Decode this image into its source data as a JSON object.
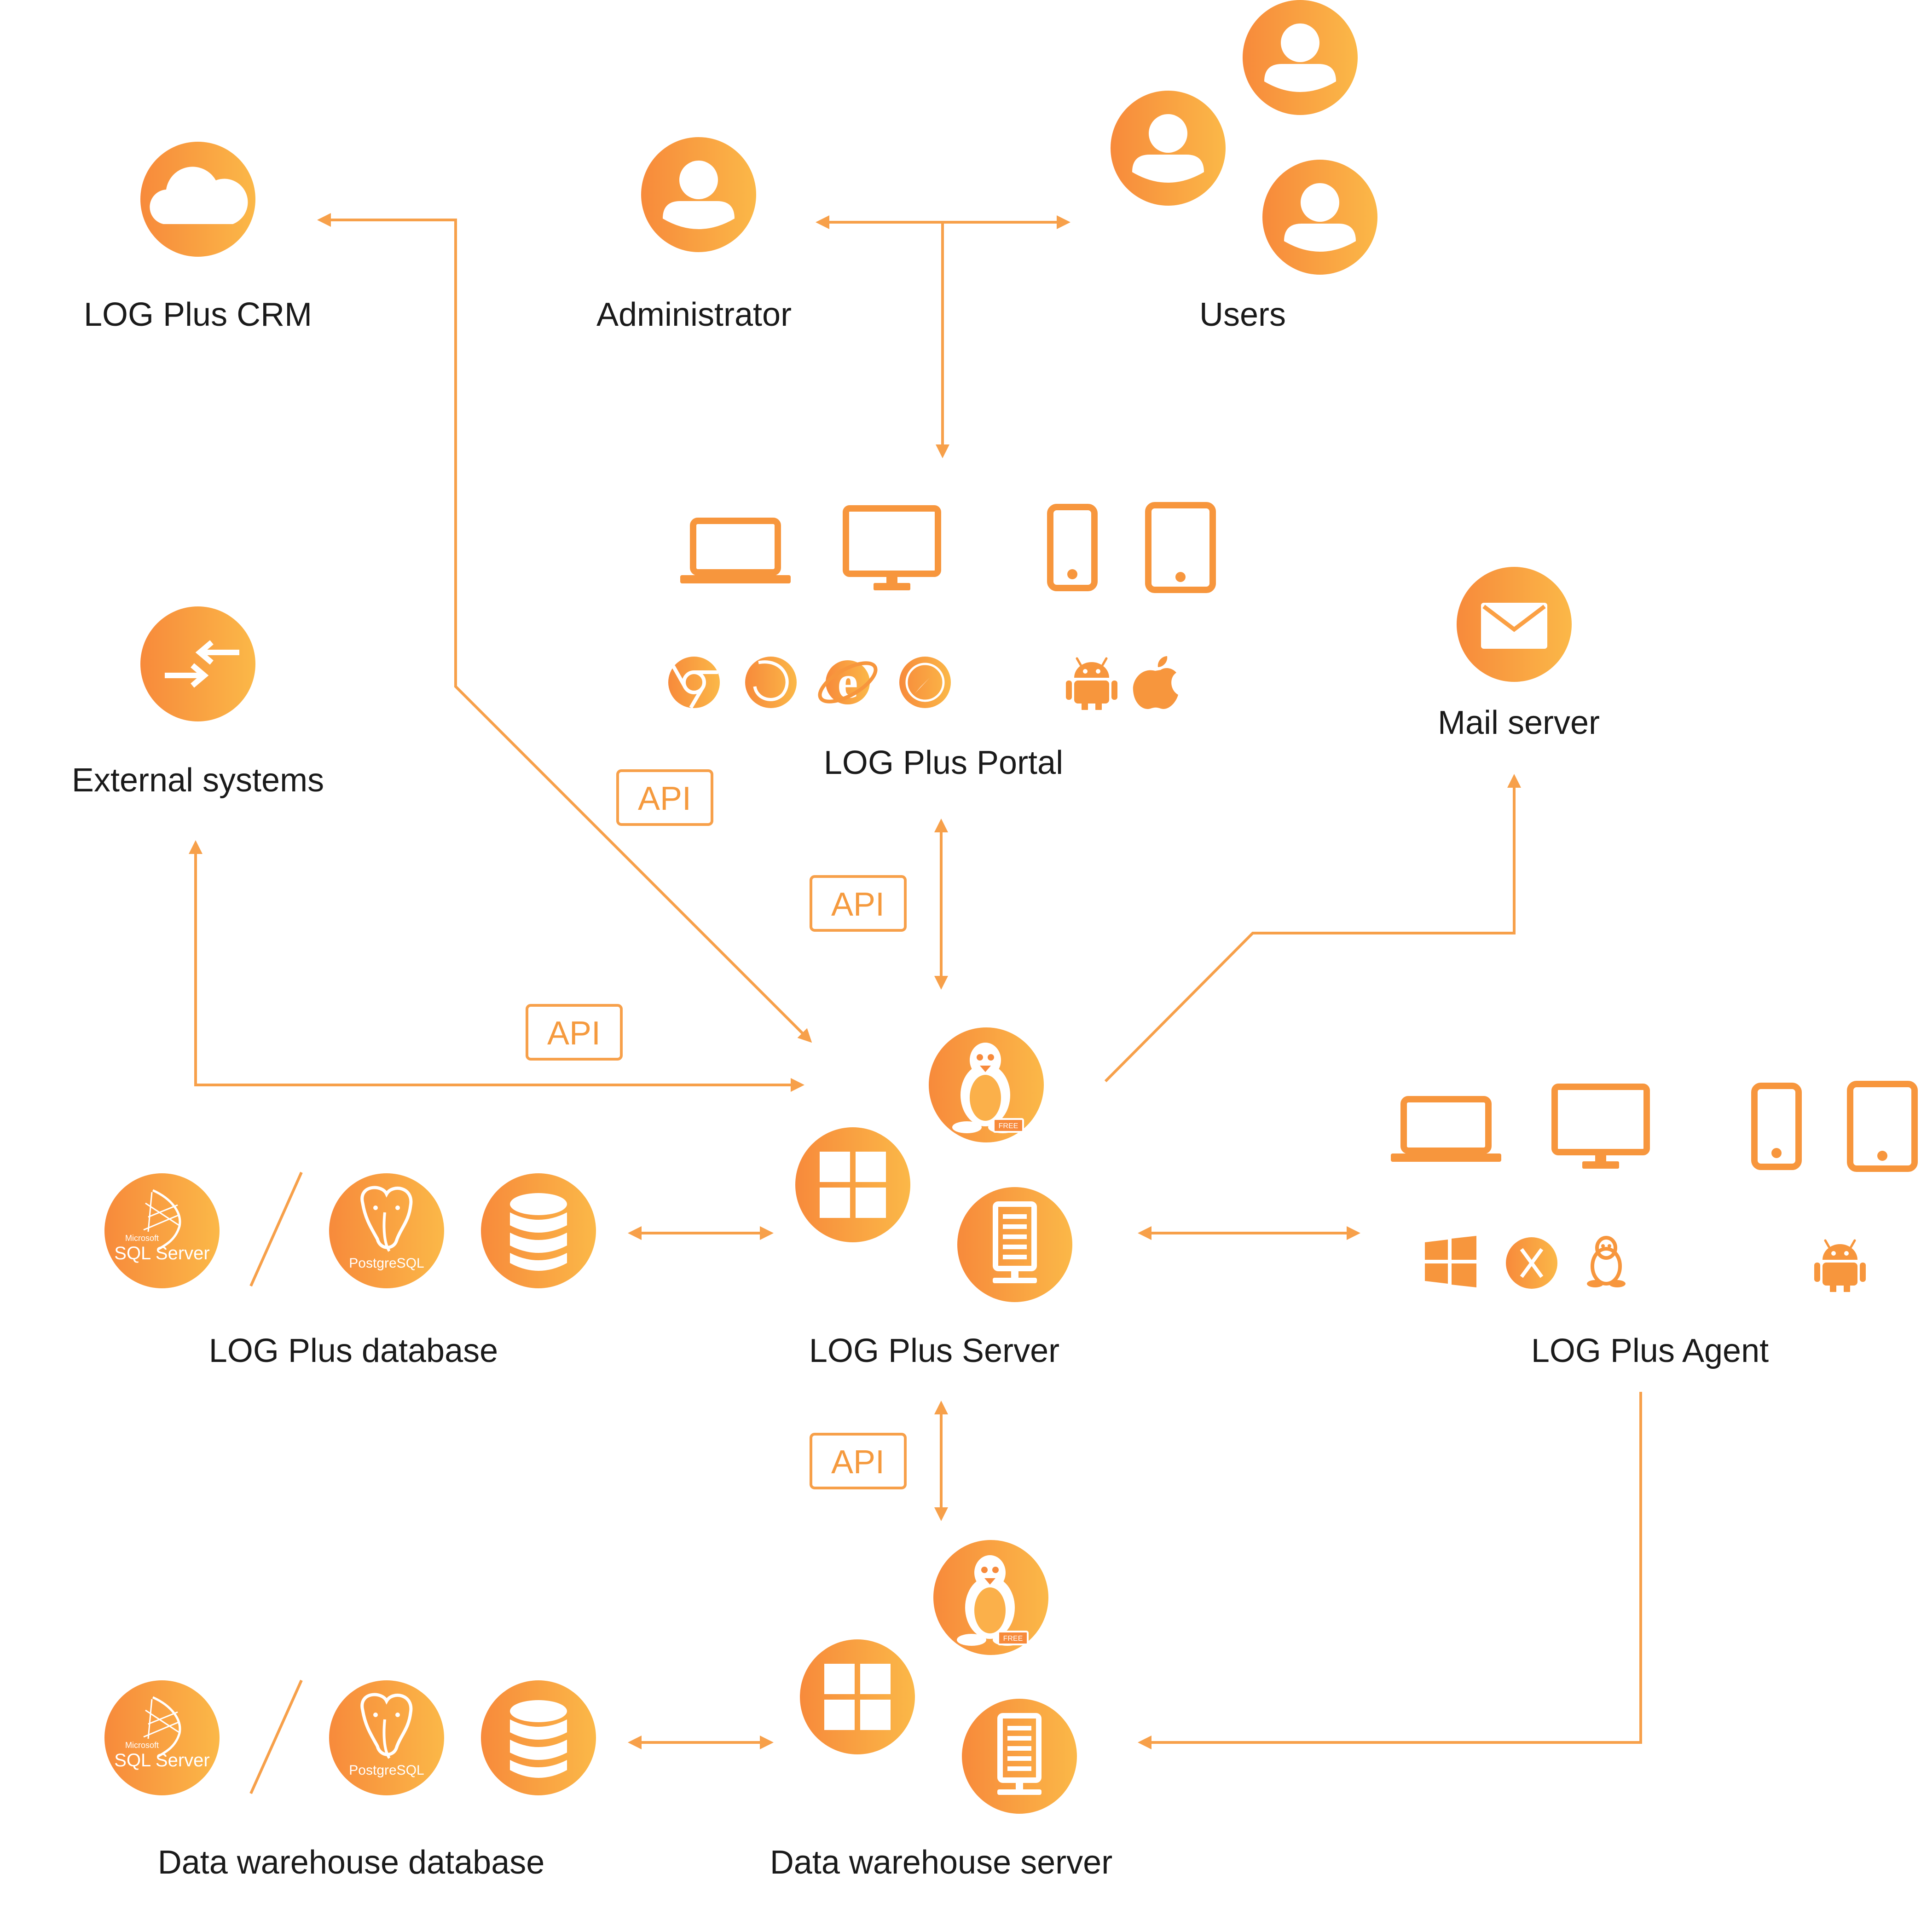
{
  "nodes": {
    "crm": {
      "label": "LOG Plus CRM",
      "icon": "cloud-icon"
    },
    "admin": {
      "label": "Administrator",
      "icon": "user-icon"
    },
    "users": {
      "label": "Users",
      "icon": "users-group-icon"
    },
    "portal": {
      "label": "LOG Plus Portal",
      "icons": [
        "laptop-icon",
        "monitor-icon",
        "phone-icon",
        "tablet-icon",
        "chrome-icon",
        "firefox-icon",
        "internet-explorer-icon",
        "safari-icon",
        "android-icon",
        "apple-icon"
      ]
    },
    "mail": {
      "label": "Mail server",
      "icon": "mail-icon"
    },
    "external": {
      "label": "External systems",
      "icon": "exchange-arrows-icon"
    },
    "server": {
      "label": "LOG Plus Server",
      "icons": [
        "linux-icon",
        "windows-icon",
        "server-rack-icon"
      ]
    },
    "database": {
      "label": "LOG Plus database",
      "icons": [
        "sql-server-icon",
        "postgresql-icon",
        "database-icon"
      ]
    },
    "agent": {
      "label": "LOG Plus Agent",
      "icons": [
        "laptop-icon",
        "monitor-icon",
        "phone-icon",
        "tablet-icon",
        "windows-icon",
        "macos-x-icon",
        "linux-icon",
        "android-icon"
      ]
    },
    "dw_server": {
      "label": "Data warehouse server",
      "icons": [
        "linux-icon",
        "windows-icon",
        "server-rack-icon"
      ]
    },
    "dw_database": {
      "label": "Data warehouse database",
      "icons": [
        "sql-server-icon",
        "postgresql-icon",
        "database-icon"
      ]
    }
  },
  "api_labels": [
    "API",
    "API",
    "API",
    "API"
  ],
  "logo_text": {
    "sql_vendor": "Microsoft",
    "sql_name": "SQL Server",
    "postgres_name": "PostgreSQL",
    "free_tag": "FREE"
  },
  "edges": [
    {
      "from": "admin",
      "to": "users",
      "direction": "both"
    },
    {
      "from": "admin",
      "to": "portal",
      "direction": "forward"
    },
    {
      "from": "server",
      "to": "crm",
      "direction": "both",
      "label": "API"
    },
    {
      "from": "portal",
      "to": "server",
      "direction": "both",
      "label": "API"
    },
    {
      "from": "server",
      "to": "external",
      "direction": "both",
      "label": "API"
    },
    {
      "from": "server",
      "to": "mail",
      "direction": "forward"
    },
    {
      "from": "database",
      "to": "server",
      "direction": "both"
    },
    {
      "from": "server",
      "to": "agent",
      "direction": "both"
    },
    {
      "from": "server",
      "to": "dw_server",
      "direction": "both",
      "label": "API"
    },
    {
      "from": "dw_database",
      "to": "dw_server",
      "direction": "both"
    },
    {
      "from": "agent",
      "to": "dw_server",
      "direction": "forward"
    }
  ],
  "colors": {
    "gradient_start": "#f78c3c",
    "gradient_end": "#fbb848",
    "line": "#f7a04a",
    "text": "#1a1a1a"
  }
}
